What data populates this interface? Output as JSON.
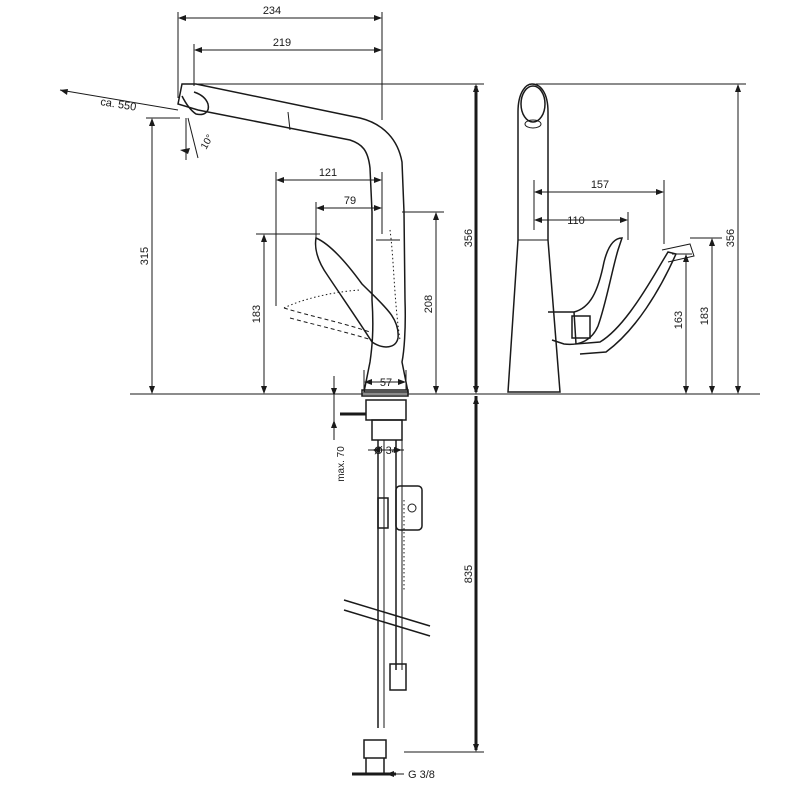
{
  "dimensions": {
    "front": {
      "d234": "234",
      "d219": "219",
      "d121": "121",
      "d79": "79",
      "d315": "315",
      "d183": "183",
      "d208": "208",
      "d356": "356",
      "d57": "57",
      "d835": "835",
      "max70": "max. 70",
      "dia34": "Ø 34",
      "g38": "G 3/8",
      "ca550": "ca. 550",
      "angle10": "10°"
    },
    "side": {
      "d157": "157",
      "d110": "110",
      "d356": "356",
      "d183": "183",
      "d163": "163"
    }
  }
}
